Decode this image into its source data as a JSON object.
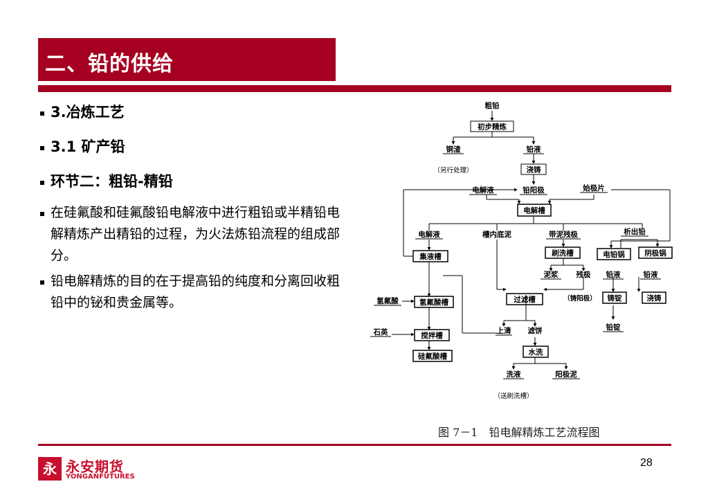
{
  "slide": {
    "title": "二、铅的供给",
    "page_number": "28",
    "brand_color": "#a50021"
  },
  "bullets": [
    {
      "text": "3.冶炼工艺",
      "style": "heading"
    },
    {
      "text": "3.1 矿产铅",
      "style": "heading"
    },
    {
      "text": "环节二：粗铅-精铅",
      "style": "heading"
    },
    {
      "text": "在硅氟酸和硅氟酸铅电解液中进行粗铅或半精铅电解精炼产出精铅的过程，为火法炼铅流程的组成部分。",
      "style": "body"
    },
    {
      "text": "铅电解精炼的目的在于提高铅的纯度和分离回收粗铅中的铋和贵金属等。",
      "style": "body"
    }
  ],
  "figure": {
    "caption": "图 7－1　铅电解精炼工艺流程图",
    "nodes": {
      "crude_lead": "粗铅",
      "preliminary_refining": "初步精炼",
      "copper_dross": "铜渣",
      "lead_liquid_1": "铅液",
      "separate_treatment": "（另行处理）",
      "casting_1": "浇铸",
      "electrolyte_1": "电解液",
      "lead_anode": "铅阳极",
      "starter_sheet": "始极片",
      "electrolytic_cell": "电解槽",
      "electrolyte_2": "电解液",
      "cell_sludge": "槽内底泥",
      "slimed_anode_scrap": "带泥残极",
      "deposited_lead": "析出铅",
      "collecting_tank": "集液槽",
      "scrubbing_tank": "刷洗槽",
      "electro_lead_pot": "电铅锅",
      "cathode_lead_pot": "阴极锅",
      "slurry": "泥浆",
      "anode_scrap": "残极",
      "lead_liquid_2": "铅液",
      "lead_liquid_3": "铅液",
      "hydrofluoric_acid": "氢氟酸",
      "hf_tank": "氢氟酸槽",
      "filter_tank": "过滤槽",
      "to_anode_casting": "（铸阳极）",
      "ingot_casting": "铸锭",
      "casting_2": "浇铸",
      "quartz": "石英",
      "mixing_tank": "搅拌槽",
      "supernatant": "上清",
      "filter_cake": "滤饼",
      "lead_ingot": "铅锭",
      "fluosilicic_tank": "硅氟酸槽",
      "water_wash": "水洗",
      "wash_liquid": "洗液",
      "anode_slime": "阳极泥",
      "to_scrubbing": "（送刷洗槽）"
    }
  },
  "logo": {
    "mark": "永",
    "name_cn": "永安期货",
    "name_en": "YONGANFUTURES"
  }
}
